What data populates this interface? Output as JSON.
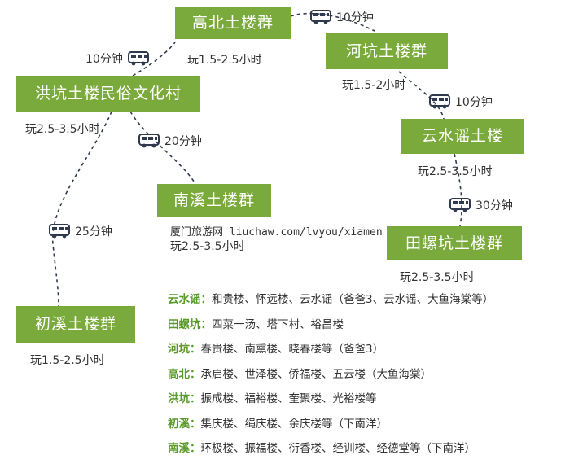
{
  "nodes": {
    "gaobei": {
      "label": "高北土楼群",
      "time": "玩1.5-2.5小时"
    },
    "hekeng": {
      "label": "河坑土楼群",
      "time": "玩1.5-2小时"
    },
    "hongkeng": {
      "label": "洪坑土楼民俗文化村",
      "time": "玩2.5-3.5小时"
    },
    "yunshuiyao": {
      "label": "云水谣土楼",
      "time": "玩2.5-3.5小时"
    },
    "nanxi": {
      "label": "南溪土楼群",
      "time": "玩2.5-3.5小时"
    },
    "tianluokeng": {
      "label": "田螺坑土楼群",
      "time": "玩2.5-3.5小时"
    },
    "chuxi": {
      "label": "初溪土楼群",
      "time": "玩1.5-2.5小时"
    }
  },
  "legs": {
    "gaobei_hekeng": "10分钟",
    "hongkeng_gaobei": "10分钟",
    "hekeng_yunshuiyao": "10分钟",
    "hongkeng_nanxi": "20分钟",
    "yunshuiyao_tianluokeng": "30分钟",
    "hongkeng_chuxi": "25分钟"
  },
  "watermark": "厦门旅游网 liuchaw.com/lvyou/xiamen",
  "legend": [
    {
      "key": "云水谣：",
      "text": "和贵楼、怀远楼、云水谣（爸爸3、云水谣、大鱼海棠等）"
    },
    {
      "key": "田螺坑：",
      "text": "四菜一汤、塔下村、裕昌楼"
    },
    {
      "key": "河坑：",
      "text": "春贵楼、南熏楼、晓春楼等（爸爸3）"
    },
    {
      "key": "高北：",
      "text": "承启楼、世泽楼、侨福楼、五云楼（大鱼海棠）"
    },
    {
      "key": "洪坑：",
      "text": "振成楼、福裕楼、奎聚楼、光裕楼等"
    },
    {
      "key": "初溪：",
      "text": "集庆楼、绳庆楼、余庆楼等（下南洋）"
    },
    {
      "key": "南溪：",
      "text": "环极楼、振福楼、衍香楼、经训楼、经德堂等（下南洋）"
    }
  ],
  "colors": {
    "box": "#7aaa3c",
    "route": "#2f3a4f",
    "legend_key": "#5a9a2a"
  }
}
